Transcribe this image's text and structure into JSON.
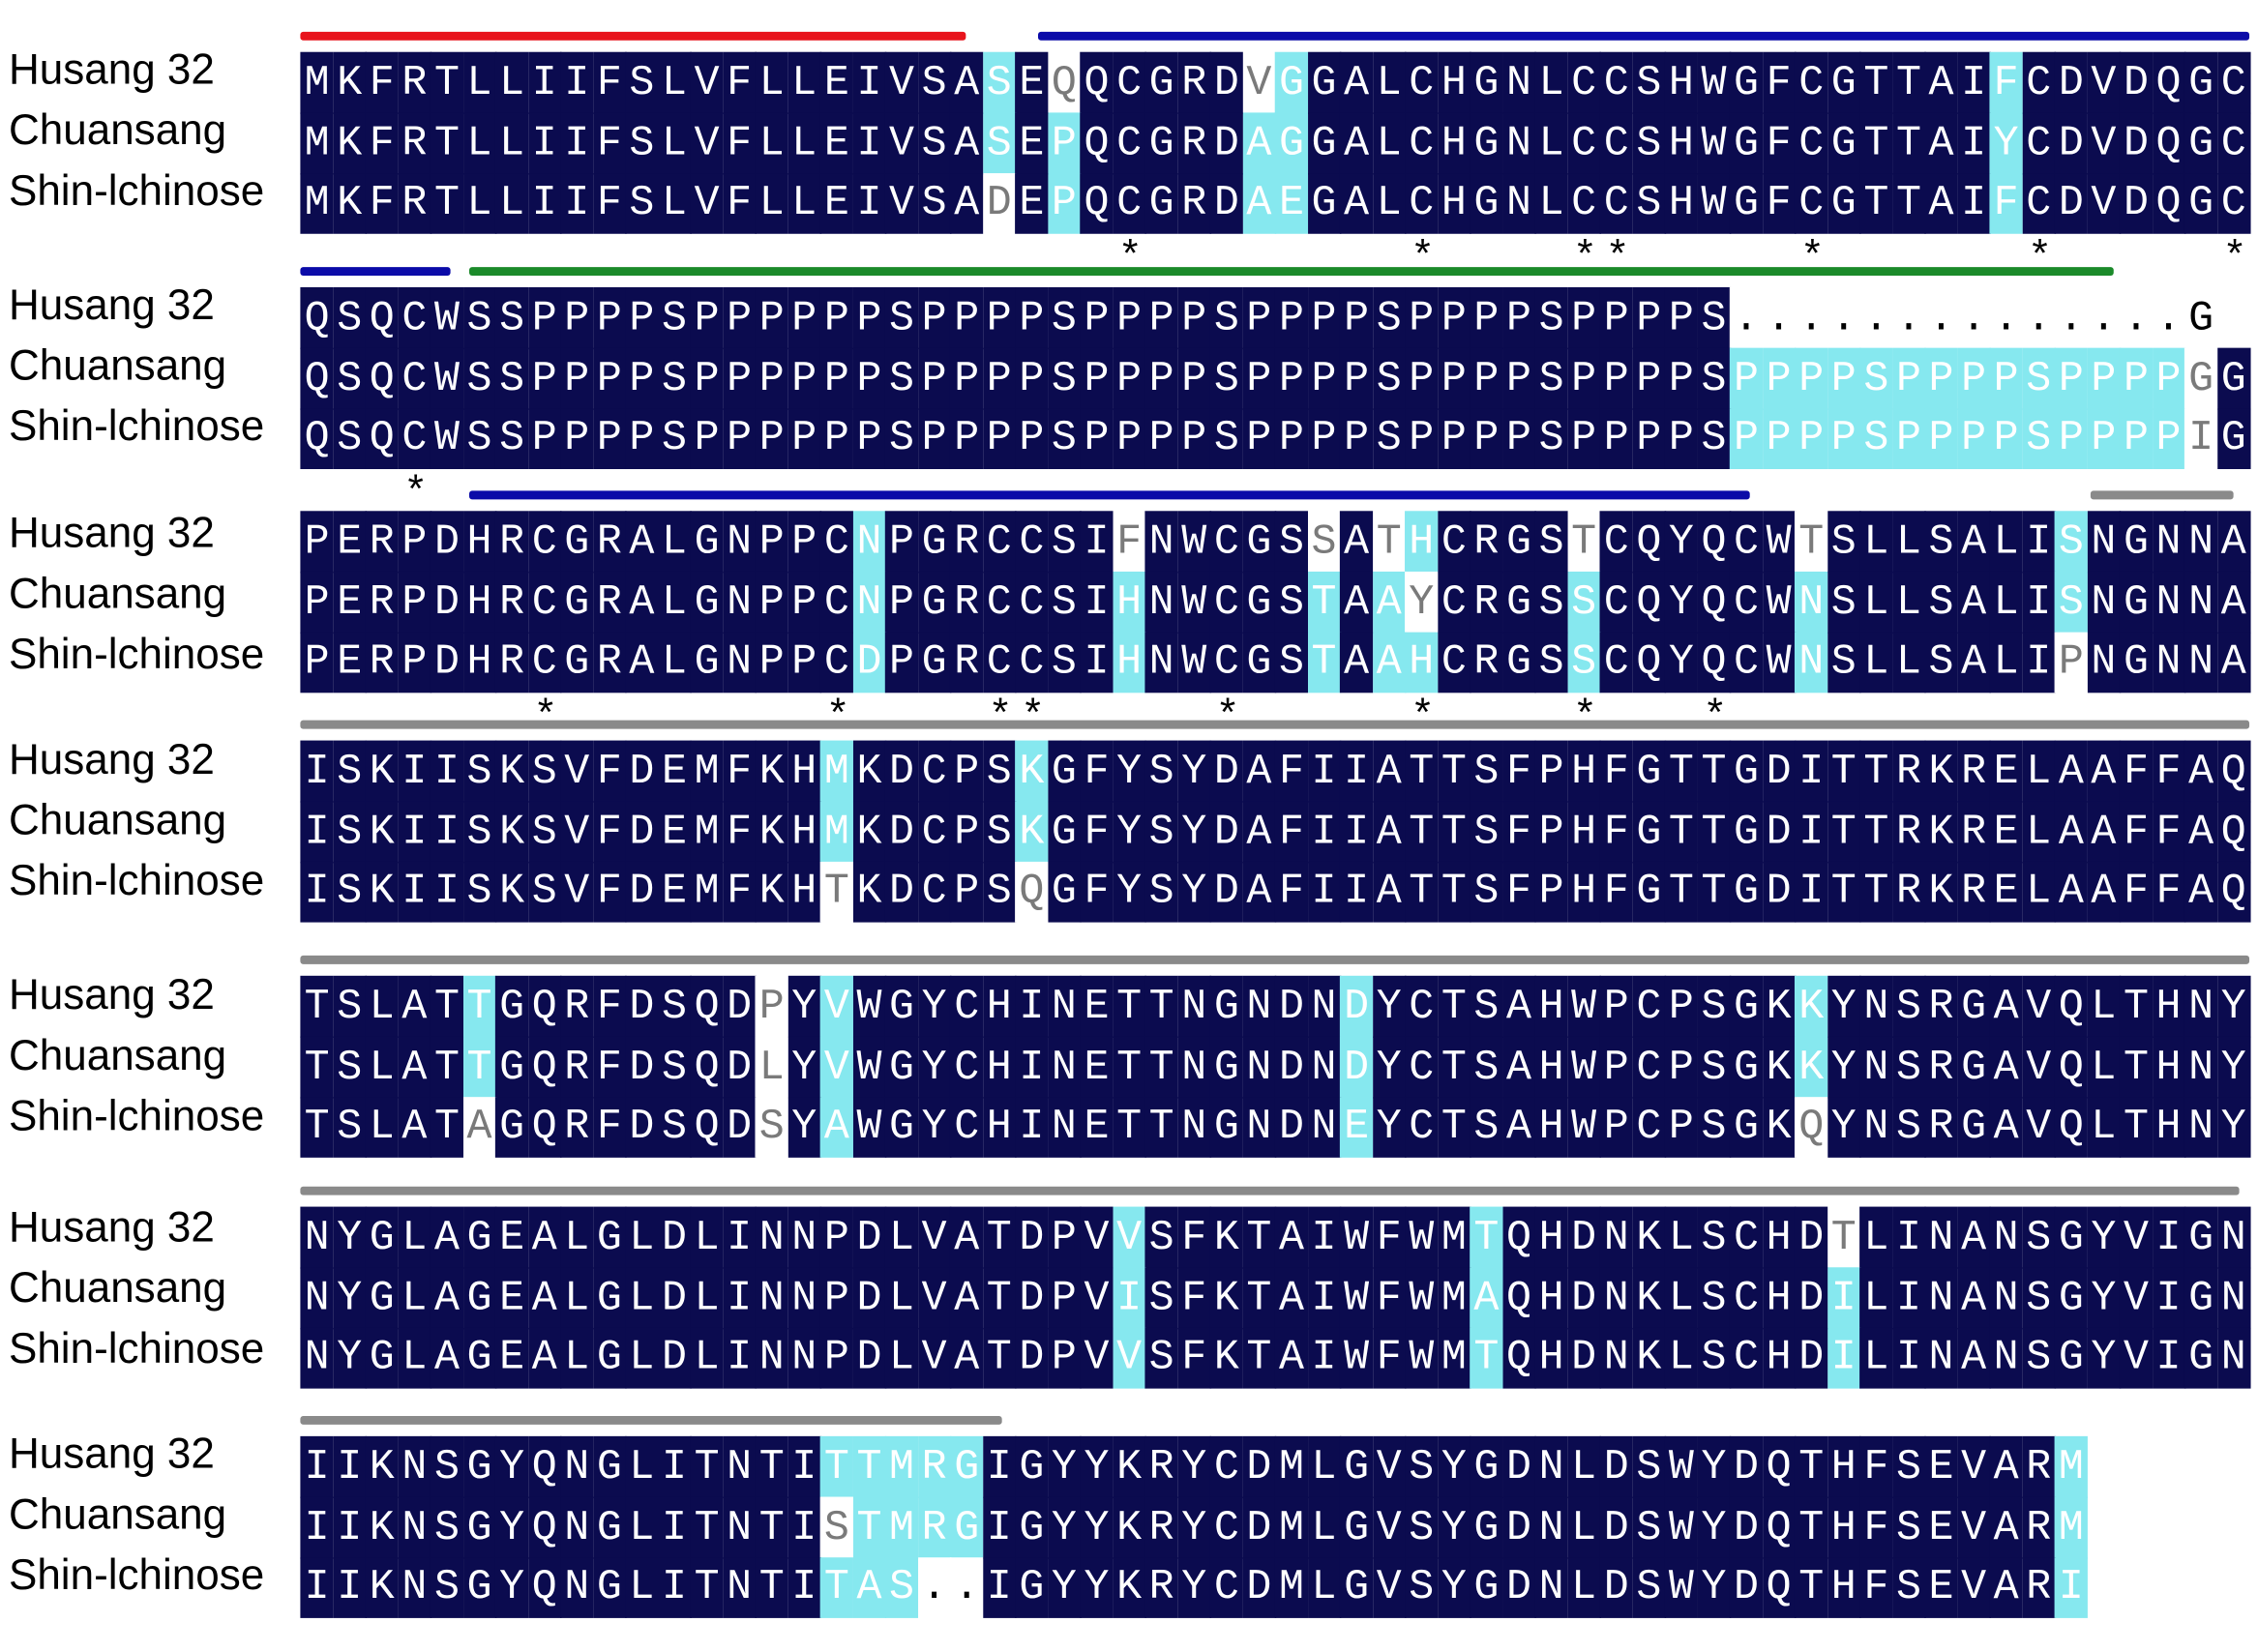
{
  "legend": {
    "sequences": [
      "Husang 32",
      "Chuansang",
      "Shin-lchinose"
    ],
    "colors": {
      "identical": "#0b0b4f",
      "similar": "#86e8ef",
      "different": "#ffffff",
      "gap": "#ffffff"
    }
  },
  "blocks": [
    {
      "seqs": [
        "MKFRTLLIIFSLVFLLEIVSASEQQCGRDVGGALCHGNLCCSHWGFCGTTAIFCDVDQGC",
        "MKFRTLLIIFSLVFLLEIVSASEPQCGRDAGGALCHGNLCCSHWGFCGTTAIYCDVDQGC",
        "MKFRTLLIIFSLVFLLEIVSADEPQCGRDAEGALCHGNLCCSHWGFCGTTAIFCDVDQGC"
      ],
      "shade": [
        "NNNNNNNNNNNNNNNNNNNNNCNWNNNNNWCNNNNNNNNNNNNNNNNNNNNNCNNNNNNN",
        "NNNNNNNNNNNNNNNNNNNNNCNCNNNNNCCNNNNNNNNNNNNNNNNNNNNNCNNNNNNN",
        "NNNNNNNNNNNNNNNNNNNNNWNCNNNNNCCNNNNNNNNNNNNNNNNNNNNNCNNNNNNN"
      ],
      "stars": [
        25,
        34,
        39,
        40,
        46,
        53,
        59
      ],
      "bars": [
        {
          "from": 0,
          "to": 20.5,
          "color": "#e8141c"
        },
        {
          "from": 22.7,
          "to": 60,
          "color": "#0b0ba8"
        }
      ]
    },
    {
      "seqs": [
        "QSQCWSSPPPPSPPPPPPSPPPPSPPPPSPPPPSPPPPSPPPPS..............G",
        "QSQCWSSPPPPSPPPPPPSPPPPSPPPPSPPPPSPPPPSPPPPSPPPPSPPPPSPPPPGG",
        "QSQCWSSPPPPSPPPPPPSPPPPSPPPPSPPPPSPPPPSPPPPSPPPPSPPPPSPPPPIG"
      ],
      "shade": [
        "NNNNNNNNNNNNNNNNNNNNNNNNNNNNNNNNNNNNNNNNNNNNDDDDDDDDDDDDDDDN",
        "NNNNNNNNNNNNNNNNNNNNNNNNNNNNNNNNNNNNNNNNNNNNCCCCCCCCCCCCCCWN",
        "NNNNNNNNNNNNNNNNNNNNNNNNNNNNNNNNNNNNNNNNNNNNCCCCCCCCCCCCCCWN"
      ],
      "stars": [
        3
      ],
      "bars": [
        {
          "from": 0,
          "to": 4.6,
          "color": "#0b0ba8"
        },
        {
          "from": 5.2,
          "to": 55.8,
          "color": "#1b8a2a"
        }
      ]
    },
    {
      "seqs": [
        "PERPDHRCGRALGNPPCNPGRCCSIFNWCGSSATHCRGSTCQYQCWTSLLSALISNGNNA",
        "PERPDHRCGRALGNPPCNPGRCCSIHNWCGSTAAYCRGSSCQYQCWNSLLSALISNGNNA",
        "PERPDHRCGRALGNPPCDPGRCCSIHNWCGSTAAHCRGSSCQYQCWNSLLSALIPNGNNA"
      ],
      "shade": [
        "NNNNNNNNNNNNNNNNNCNNNNNNNWNNNNNWNWCNNNNWNNNNNNWNNNNNNNCNNNNN",
        "NNNNNNNNNNNNNNNNNCNNNNNNNCNNNNNCNCWNNNNCNNNNNNCNNNNNNNCNNNNN",
        "NNNNNNNNNNNNNNNNNCNNNNNNNCNNNNNCNCCNNNNCNNNNNNCNNNNNNNWNNNNN"
      ],
      "stars": [
        7,
        16,
        21,
        22,
        28,
        34,
        39,
        43
      ],
      "bars": [
        {
          "from": 5.2,
          "to": 44.6,
          "color": "#0b0ba8"
        },
        {
          "from": 55.1,
          "to": 59.5,
          "color": "#8a8a8a"
        }
      ]
    },
    {
      "seqs": [
        "ISKIISKSVFDEMFKHMKDCPSKGFYSYDAFIIATTSFPHFGTTGDITTRKRELAAFFAQ",
        "ISKIISKSVFDEMFKHMKDCPSKGFYSYDAFIIATTSFPHFGTTGDITTRKRELAAFFAQ",
        "ISKIISKSVFDEMFKHTKDCPSQGFYSYDAFIIATTSFPHFGTTGDITTRKRELAAFFAQ"
      ],
      "shade": [
        "NNNNNNNNNNNNNNNNCNNNNNCNNNNNNNNNNNNNNNNNNNNNNNNNNNNNNNNNNNNN",
        "NNNNNNNNNNNNNNNNCNNNNNCNNNNNNNNNNNNNNNNNNNNNNNNNNNNNNNNNNNNN",
        "NNNNNNNNNNNNNNNNWNNNNNWNNNNNNNNNNNNNNNNNNNNNNNNNNNNNNNNNNNNN"
      ],
      "stars": [],
      "bars": [
        {
          "from": 0,
          "to": 60,
          "color": "#8a8a8a"
        }
      ]
    },
    {
      "seqs": [
        "TSLATTGQRFDSQDPYVWGYCHINETTNGNDNDYCTSAHWPCPSGKKYNSRGAVQLTHNY",
        "TSLATTGQRFDSQDLYVWGYCHINETTNGNDNDYCTSAHWPCPSGKKYNSRGAVQLTHNY",
        "TSLATAGQRFDSQDSYAWGYCHINETTNGNDNEYCTSAHWPCPSGKQYNSRGAVQLTHNY"
      ],
      "shade": [
        "NNNNNCNNNNNNNNWNCNNNNNNNNNNNNNNNCNNNNNNNNNNNNNCNNNNNNNNNNNNN",
        "NNNNNCNNNNNNNNWNCNNNNNNNNNNNNNNNCNNNNNNNNNNNNNCNNNNNNNNNNNNN",
        "NNNNNWNNNNNNNNWNCNNNNNNNNNNNNNNNCNNNNNNNNNNNNNWNNNNNNNNNNNNN"
      ],
      "stars": [],
      "bars": [
        {
          "from": 0,
          "to": 60,
          "color": "#8a8a8a"
        }
      ]
    },
    {
      "seqs": [
        "NYGLAGEALGLDLINNPDLVATDPVVSFKTAIWFWMTQHDNKLSCHDTLINANSGYVIGN",
        "NYGLAGEALGLDLINNPDLVATDPVISFKTAIWFWMAQHDNKLSCHDILINANSGYVIGN",
        "NYGLAGEALGLDLINNPDLVATDPVVSFKTAIWFWMTQHDNKLSCHDILINANSGYVIGN"
      ],
      "shade": [
        "NNNNNNNNNNNNNNNNNNNNNNNNNCNNNNNNNNNNCNNNNNNNNNNWNNNNNNNNNNNN",
        "NNNNNNNNNNNNNNNNNNNNNNNNNCNNNNNNNNNNCNNNNNNNNNNCNNNNNNNNNNNN",
        "NNNNNNNNNNNNNNNNNNNNNNNNNCNNNNNNNNNNCNNNNNNNNNNCNNNNNNNNNNNN"
      ],
      "stars": [],
      "bars": [
        {
          "from": 0,
          "to": 59.7,
          "color": "#8a8a8a"
        }
      ]
    },
    {
      "seqs": [
        "IIKNSGYQNGLITNTITTMRGIGYYKRYCDMLGVSYGDNLDSWYDQTHFSEVARM",
        "IIKNSGYQNGLITNTISTMRGIGYYKRYCDMLGVSYGDNLDSWYDQTHFSEVARM",
        "IIKNSGYQNGLITNTITAS..IGYYKRYCDMLGVSYGDNLDSWYDQTHFSEVARI"
      ],
      "shade": [
        "NNNNNNNNNNNNNNNNCCCCCNNNNNNNNNNNNNNNNNNNNNNNNNNNNNNNNNC",
        "NNNNNNNNNNNNNNNNWCCCCNNNNNNNNNNNNNNNNNNNNNNNNNNNNNNNNNC",
        "NNNNNNNNNNNNNNNNCCCDDNNNNNNNNNNNNNNNNNNNNNNNNNNNNNNNNNC"
      ],
      "stars": [],
      "bars": [
        {
          "from": 0,
          "to": 21.6,
          "color": "#8a8a8a"
        }
      ]
    }
  ]
}
